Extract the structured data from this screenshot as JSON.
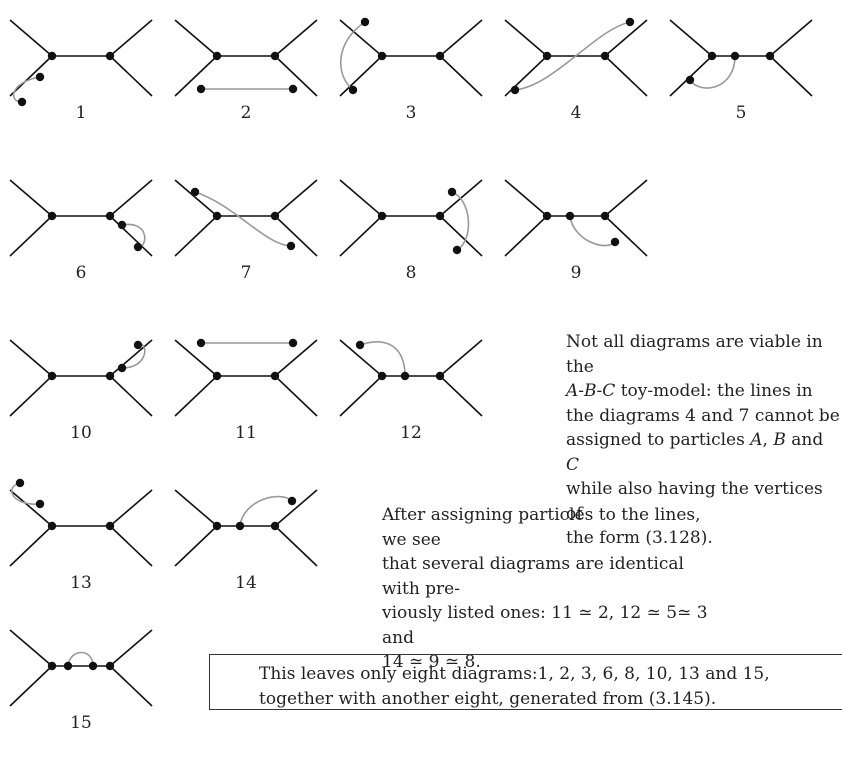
{
  "diagram_labels": [
    "1",
    "2",
    "3",
    "4",
    "5",
    "6",
    "7",
    "8",
    "9",
    "10",
    "11",
    "12",
    "13",
    "14",
    "15"
  ],
  "colors": {
    "line": "#111111",
    "extra_line": "#999999",
    "vertex": "#111111"
  },
  "note_viability": {
    "l1": "Not all diagrams are viable in the",
    "l2a": "A",
    "l2b": "-",
    "l2c": "B",
    "l2d": "-",
    "l2e": "C",
    "l2f": " toy-model: the  lines  in",
    "l3": "the diagrams 4 and 7 cannot be",
    "l4a": "assigned to particles ",
    "l4b": "A",
    "l4c": ", ",
    "l4d": "B",
    "l4e": " and ",
    "l4f": "C",
    "l5": "while also having the vertices of",
    "l6": "the form (3.128)."
  },
  "note_identities": {
    "l1": "After assigning particles to the lines, we see",
    "l2": "that several diagrams are identical with pre-",
    "l3": "viously listed ones: 11 ≃ 2, 12 ≃ 5≃ 3 and",
    "l4": "14 ≃ 9 ≃ 8."
  },
  "box_note": {
    "l1": "This leaves only eight diagrams:1, 2, 3, 6, 8, 10, 13 and 15,",
    "l2": "together with another eight, generated from (3.145)."
  }
}
